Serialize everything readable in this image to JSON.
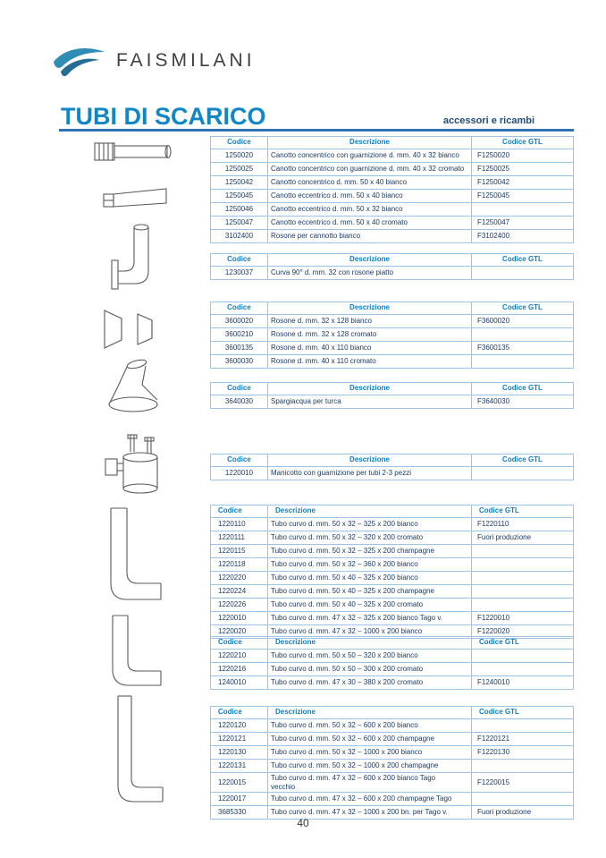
{
  "brand": {
    "name": "FAISMILANI"
  },
  "page": {
    "title": "TUBI DI SCARICO",
    "section_label": "accessori e ricambi",
    "page_number": "40"
  },
  "colors": {
    "title_blue": "#0f86c6",
    "table_header_blue": "#0d7ec6",
    "body_navy": "#17365d",
    "table_border_blue": "#9dc3e6",
    "rule_blue": "#2e74b5",
    "out_of_production_red": "#e00000"
  },
  "flags": {
    "out_of_production": "Fuori produzione"
  },
  "figures": [
    {
      "name": "concentric-sleeve-drawing"
    },
    {
      "name": "eccentric-sleeve-drawing"
    },
    {
      "name": "curve-90-with-flange-drawing"
    },
    {
      "name": "wall-rosettes-drawing"
    },
    {
      "name": "turkish-toilet-sprayer-drawing"
    },
    {
      "name": "coupling-sleeve-drawing"
    },
    {
      "name": "curved-tube-short-drawing"
    },
    {
      "name": "curved-tube-medium-drawing"
    },
    {
      "name": "curved-tube-long-drawing"
    }
  ],
  "tables": [
    {
      "headers": [
        "Codice",
        "Descrizione",
        "Codice GTL"
      ],
      "rows": [
        [
          "1250020",
          "Canotto concentrico con guarnizione d. mm. 40 x 32 bianco",
          "F1250020"
        ],
        [
          "1250025",
          "Canotto concentrico con guarnizione d. mm. 40 x 32 cromato",
          "F1250025"
        ],
        [
          "1250042",
          "Canotto concentrico d. mm. 50 x 40 bianco",
          "F1250042"
        ],
        [
          "1250045",
          "Canotto eccentrico d. mm. 50 x 40 bianco",
          "F1250045"
        ],
        [
          "1250046",
          "Canotto eccentrico d. mm. 50 x 32 bianco",
          ""
        ],
        [
          "1250047",
          "Canotto eccentrico d. mm. 50 x 40 cromato",
          "F1250047"
        ],
        [
          "3102400",
          "Rosone per cannotto bianco",
          "F3102400"
        ]
      ]
    },
    {
      "headers": [
        "Codice",
        "Descrizione",
        "Codice GTL"
      ],
      "rows": [
        [
          "1230037",
          "Curva 90° d. mm. 32 con rosone piatto",
          ""
        ]
      ]
    },
    {
      "headers": [
        "Codice",
        "Descrizione",
        "Codice GTL"
      ],
      "rows": [
        [
          "3600020",
          "Rosone d. mm. 32 x 128 bianco",
          "F3600020"
        ],
        [
          "3600210",
          "Rosone d. mm. 32 x 128 cromato",
          ""
        ],
        [
          "3600135",
          "Rosone d. mm. 40 x 110 bianco",
          "F3600135"
        ],
        [
          "3600030",
          "Rosone d. mm. 40 x 110 cromato",
          ""
        ]
      ]
    },
    {
      "headers": [
        "Codice",
        "Descrizione",
        "Codice GTL"
      ],
      "rows": [
        [
          "3640030",
          "Spargiacqua per turca",
          "F3640030"
        ]
      ]
    },
    {
      "headers": [
        "Codice",
        "Descrizione",
        "Codice GTL"
      ],
      "rows": [
        [
          "1220010",
          "Manicotto con guarnizione per tubi 2-3 pezzi",
          ""
        ]
      ]
    },
    {
      "headers": [
        "Codice",
        "Descrizione",
        "Codice GTL"
      ],
      "rows": [
        [
          "1220110",
          "Tubo curvo d. mm. 50 x 32 – 325 x 200 bianco",
          "F1220110"
        ],
        [
          "1220111",
          "Tubo curvo d. mm. 50 x 32 – 320 x 200 cromato",
          "Fuori produzione"
        ],
        [
          "1220115",
          "Tubo curvo d. mm. 50 x 32 – 325 x 200 champagne",
          ""
        ],
        [
          "1220118",
          "Tubo curvo d. mm. 50 x 32 – 360 x 200 bianco",
          ""
        ],
        [
          "1220220",
          "Tubo curvo d. mm. 50 x 40 – 325 x 200 bianco",
          ""
        ],
        [
          "1220224",
          "Tubo curvo d. mm. 50 x 40 – 325 x 200 champagne",
          ""
        ],
        [
          "1220226",
          "Tubo curvo d. mm. 50 x 40 – 325 x 200 cromato",
          ""
        ],
        [
          "1220010",
          "Tubo curvo d. mm. 47 x 32 – 325 x 200 bianco Tago v.",
          "F1220010"
        ],
        [
          "1220020",
          "Tubo curvo d. mm. 47 x 32 – 1000 x 200 bianco",
          "F1220020"
        ]
      ]
    },
    {
      "headers": [
        "Codice",
        "Descrizione",
        "Codice GTL"
      ],
      "rows": [
        [
          "1220210",
          "Tubo curvo d. mm. 50 x 50 – 320 x 200 bianco",
          ""
        ],
        [
          "1220216",
          "Tubo curvo d. mm. 50 x 50 – 300 x 200 cromato",
          ""
        ],
        [
          "1240010",
          "Tubo curvo d. mm. 47 x 30 – 380 x 200 cromato",
          "F1240010"
        ]
      ]
    },
    {
      "headers": [
        "Codice",
        "Descrizione",
        "Codice GTL"
      ],
      "rows": [
        [
          "1220120",
          "Tubo curvo d. mm. 50 x 32 – 600 x 200 bianco",
          ""
        ],
        [
          "1220121",
          "Tubo curvo d. mm. 50 x 32 – 600 x 200 champagne",
          "F1220121"
        ],
        [
          "1220130",
          "Tubo curvo d. mm. 50 x 32 – 1000 x 200 bianco",
          "F1220130"
        ],
        [
          "1220131",
          "Tubo curvo d. mm. 50 x 32 – 1000 x 200 champagne",
          ""
        ],
        [
          "1220015",
          "Tubo curvo d. mm. 47 x 32 – 600 x 200 bianco Tago\nvecchio",
          "F1220015"
        ],
        [
          "1220017",
          "Tubo curvo d. mm. 47 x 32 – 600 x 200 champagne Tago",
          ""
        ],
        [
          "3685330",
          "Tubo curvo d. mm. 47 x 32 – 1000 x 200 bn. per Tago v.",
          "Fuori produzione"
        ]
      ]
    }
  ]
}
